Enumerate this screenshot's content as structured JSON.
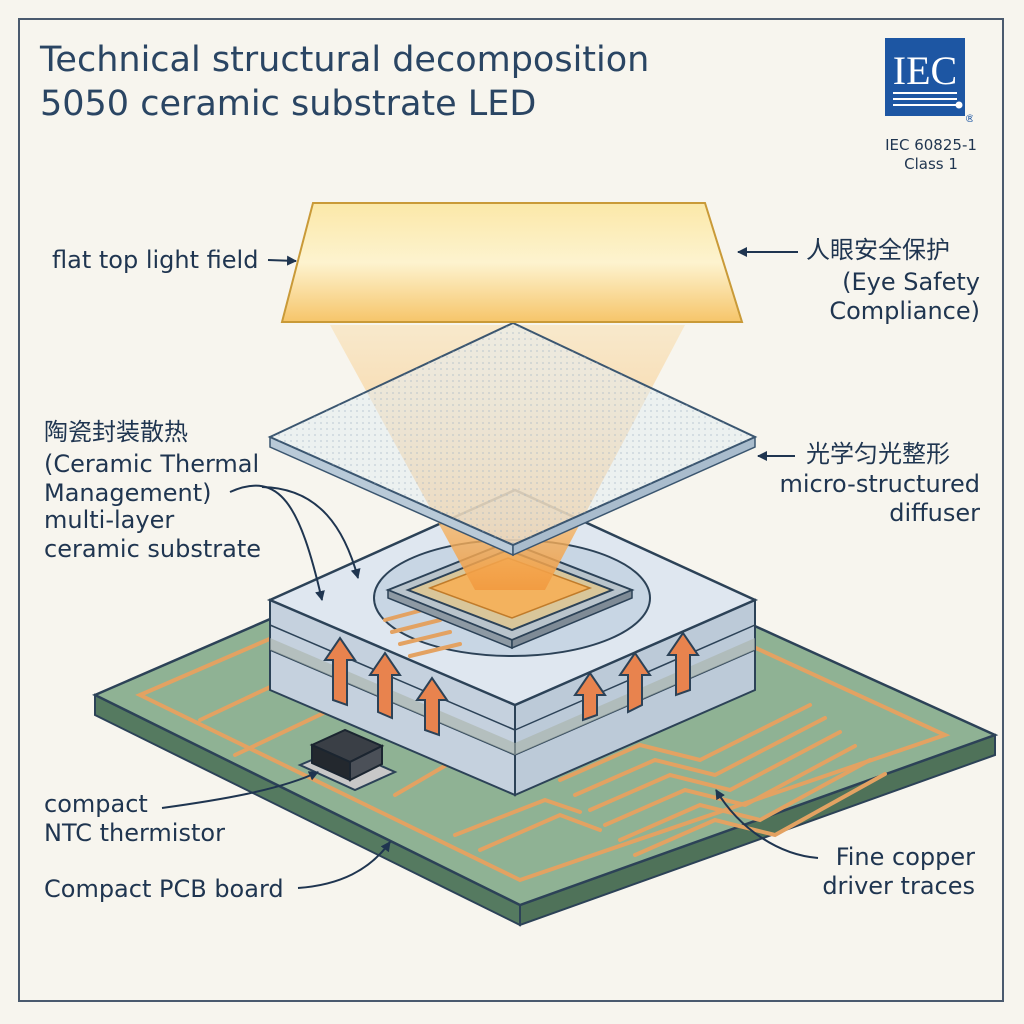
{
  "header": {
    "title_line1": "Technical structural decomposition",
    "title_line2": "5050 ceramic substrate LED"
  },
  "logo": {
    "text": "IEC",
    "registered_mark": "®",
    "standard_line1": "IEC 60825-1",
    "standard_line2": "Class 1"
  },
  "labels": {
    "flat_top_light_field": "flat top light field",
    "eye_safety_cn": "人眼安全保护",
    "eye_safety_en": "(Eye Safety\nCompliance)",
    "ceramic_thermal_cn": "陶瓷封装散热",
    "ceramic_thermal_en": "(Ceramic Thermal\nManagement)",
    "ceramic_substrate": "multi-layer\nceramic substrate",
    "optical_shaping_cn": "光学匀光整形",
    "diffuser": "micro-structured\ndiffuser",
    "ntc": "compact\nNTC thermistor",
    "pcb": "Compact PCB board",
    "traces": "Fine copper\ndriver traces"
  },
  "colors": {
    "background": "#f7f5ee",
    "ink": "#1f3550",
    "pcb_green": "#8fb294",
    "copper": "#e3a262",
    "ceramic": "#d4dee9",
    "light": "#f9d77c",
    "logo_blue": "#1d56a3",
    "heat_arrow": "#e8834e"
  }
}
